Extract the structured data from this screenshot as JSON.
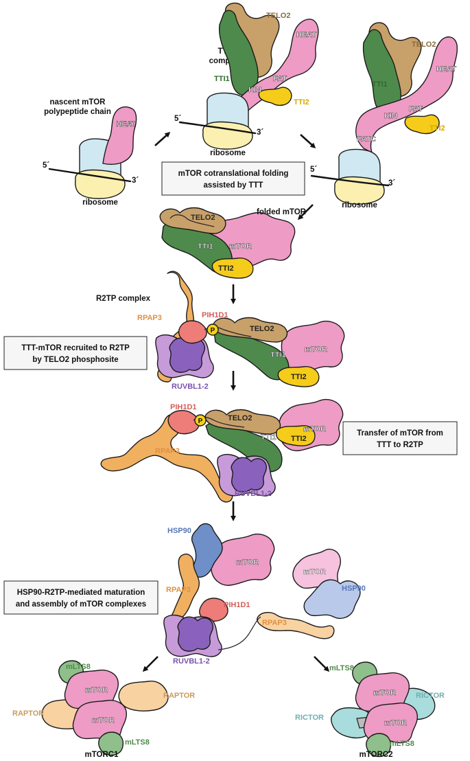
{
  "colors": {
    "ribosome_top": "#cfe8f2",
    "ribosome_bottom": "#fbf0b0",
    "mtor": "#ee9bc5",
    "telo2": "#c8a06a",
    "tti1": "#4e8a4c",
    "tti2": "#f5cc1a",
    "rpap3": "#f0b060",
    "pih1d1": "#ee7c78",
    "ruvbl_light": "#c79bd9",
    "ruvbl_dark": "#8a62bd",
    "hsp90": "#6f8fc9",
    "hsp90_light": "#b9c9ea",
    "raptor": "#f9d2a2",
    "rictor": "#a9dcdc",
    "mlst8": "#8fbf8b"
  },
  "panel1": {
    "title_line1": "nascent mTOR",
    "title_line2": "polypeptide chain",
    "heat": "HEAT",
    "five": "5´",
    "three": "3´",
    "ribosome": "ribosome"
  },
  "panel2": {
    "title_line1": "TTT",
    "title_line2": "complex",
    "telo2": "TELO2",
    "heat": "HEAT",
    "tti1": "TTI1",
    "fat": "FAT",
    "kin": "KIN",
    "tti2": "TTI2",
    "five": "5´",
    "three": "3´",
    "ribosome": "ribosome"
  },
  "panel3": {
    "telo2": "TELO2",
    "heat": "HEAT",
    "tti1": "TTI1",
    "fat": "FAT",
    "kin": "KIN",
    "tti2": "TTI2",
    "fatc": "FATC",
    "five": "5´",
    "three": "3´",
    "ribosome": "ribosome"
  },
  "box1": {
    "line1": "mTOR cotranslational folding",
    "line2": "assisted by TTT"
  },
  "panel4": {
    "title": "folded mTOR",
    "telo2": "TELO2",
    "tti1": "TTI1",
    "mtor": "mTOR",
    "tti2": "TTI2"
  },
  "panel5": {
    "title": "R2TP complex",
    "rpap3": "RPAP3",
    "pih1d1": "PIH1D1",
    "p": "P",
    "telo2": "TELO2",
    "mtor": "mTOR",
    "tti1": "TTI1",
    "tti2": "TTI2",
    "ruvbl": "RUVBL1-2"
  },
  "box2": {
    "line1": "TTT-mTOR  recruited to R2TP",
    "line2": "by TELO2 phosphosite"
  },
  "panel6": {
    "pih1d1": "PIH1D1",
    "p": "P",
    "telo2": "TELO2",
    "mtor": "mTOR",
    "tti1": "TTI1",
    "tti2": "TTI2",
    "rpap3": "RPAP3",
    "ruvbl": "RUVBL1-2"
  },
  "box3": {
    "line1": "Transfer of mTOR from",
    "line2": "TTT to R2TP"
  },
  "panel7": {
    "hsp90": "HSP90",
    "mtor": "mTOR",
    "rpap3": "RPAP3",
    "pih1d1": "PIH1D1",
    "ruvbl": "RUVBL1-2",
    "mtor2": "mTOR",
    "hsp90b": "HSP90",
    "rpap3b": "RPAP3"
  },
  "box4": {
    "line1": "HSP90-R2TP-mediated maturation",
    "line2": "and assembly of mTOR complexes"
  },
  "mtorc1": {
    "mlst8_top": "mLTS8",
    "mtor_top": "mTOR",
    "raptor_right": "RAPTOR",
    "raptor_left": "RAPTOR",
    "mtor_bottom": "mTOR",
    "mlst8_bottom": "mLTS8",
    "name": "mTORC1"
  },
  "mtorc2": {
    "mlst8_top": "mLTS8",
    "mtor_top": "mTOR",
    "rictor_right": "RICTOR",
    "rictor_left": "RICTOR",
    "mtor_bottom": "mTOR",
    "mlst8_bottom": "mLTS8",
    "name": "mTORC2"
  }
}
